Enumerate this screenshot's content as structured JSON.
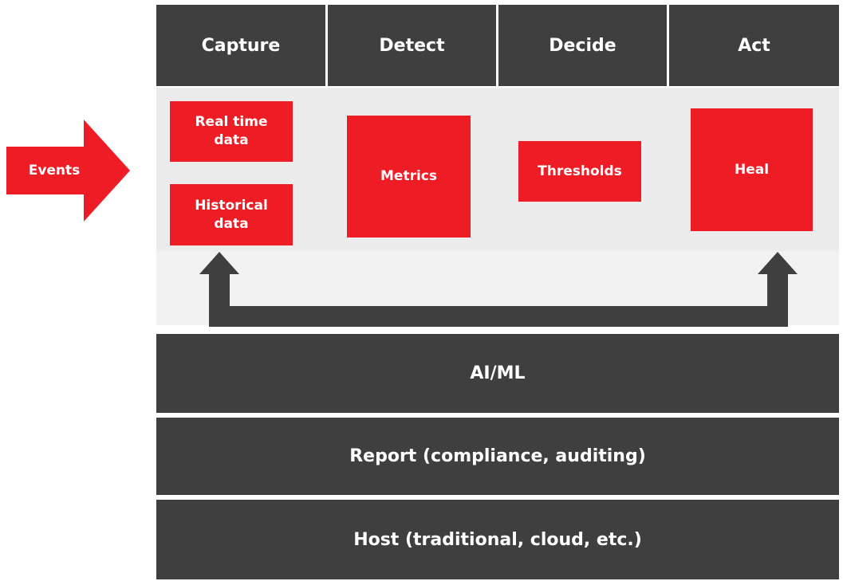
{
  "colors": {
    "dark": "#3f3f3f",
    "red": "#ee1c24",
    "panel": "#f2f2f2",
    "white": "#ffffff"
  },
  "input_arrow": {
    "label": "Events",
    "icon": "right-arrow-icon"
  },
  "stages": [
    {
      "label": "Capture"
    },
    {
      "label": "Detect"
    },
    {
      "label": "Decide"
    },
    {
      "label": "Act"
    }
  ],
  "boxes": {
    "real_time": "Real time\ndata",
    "historical": "Historical\ndata",
    "metrics": "Metrics",
    "thresholds": "Thresholds",
    "heal": "Heal"
  },
  "feedback_arrow": {
    "icon": "feedback-loop-arrow-icon"
  },
  "layers": [
    {
      "label": "AI/ML"
    },
    {
      "label": "Report (compliance, auditing)"
    },
    {
      "label": "Host (traditional, cloud, etc.)"
    }
  ]
}
